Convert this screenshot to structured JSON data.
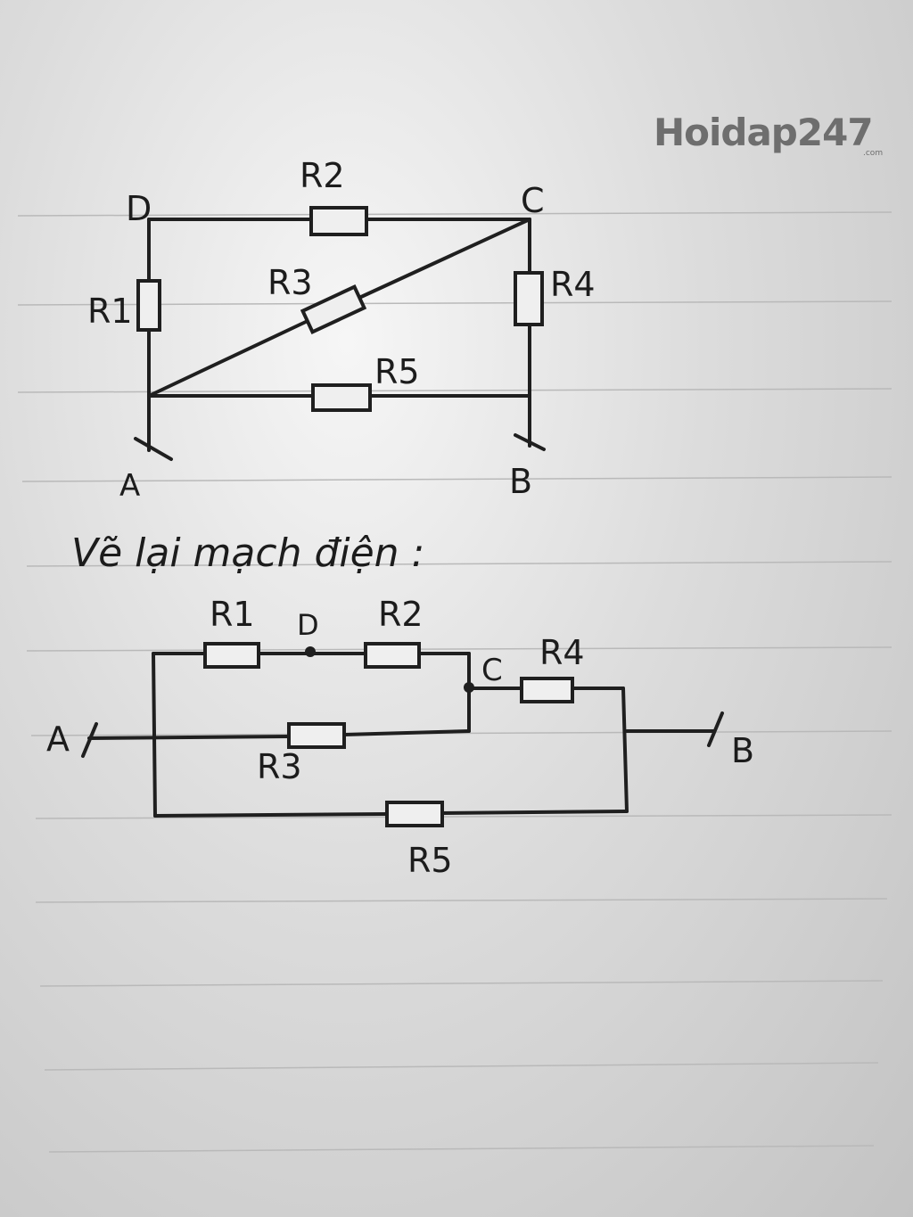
{
  "watermark": {
    "brand": "Hoidap247",
    "suffix": ".com"
  },
  "diagram1": {
    "nodes": {
      "D": "D",
      "C": "C",
      "A": "A",
      "B": "B"
    },
    "resistors": {
      "R1": "R1",
      "R2": "R2",
      "R3": "R3",
      "R4": "R4",
      "R5": "R5"
    }
  },
  "heading": "Vẽ lại mạch điện :",
  "diagram2": {
    "nodes": {
      "A": "A",
      "B": "B",
      "C": "C",
      "D": "D"
    },
    "resistors": {
      "R1": "R1",
      "R2": "R2",
      "R3": "R3",
      "R4": "R4",
      "R5": "R5"
    }
  }
}
